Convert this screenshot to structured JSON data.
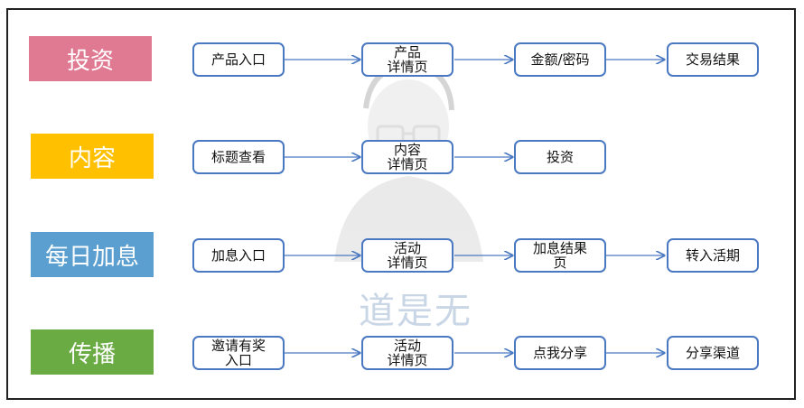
{
  "colors": {
    "touzi": "#e07a92",
    "neirong": "#ffc000",
    "jiaxi": "#5a9fcf",
    "chuanbo": "#6aab43",
    "node_border": "#4a79c2",
    "arrow": "#4a79c2"
  },
  "watermark": {
    "text": "道是无"
  },
  "rows": [
    {
      "category": "投资",
      "steps": [
        "产品入口",
        "产品\n详情页",
        "金额/密码",
        "交易结果"
      ]
    },
    {
      "category": "内容",
      "steps": [
        "标题查看",
        "内容\n详情页",
        "投资"
      ]
    },
    {
      "category": "每日加息",
      "steps": [
        "加息入口",
        "活动\n详情页",
        "加息结果\n页",
        "转入活期"
      ]
    },
    {
      "category": "传播",
      "steps": [
        "邀请有奖\n入口",
        "活动\n详情页",
        "点我分享",
        "分享渠道"
      ]
    }
  ]
}
